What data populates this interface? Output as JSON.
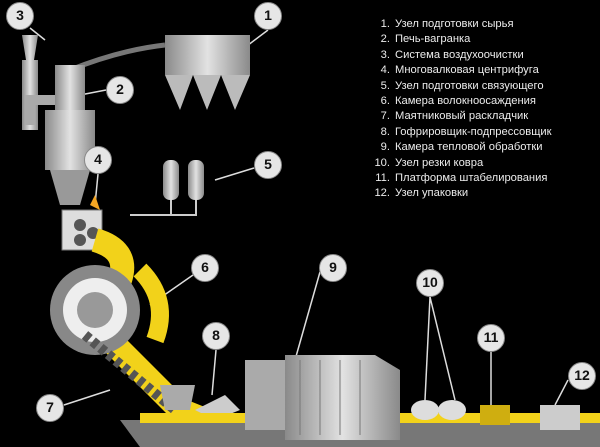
{
  "legend": [
    {
      "num": "1.",
      "label": "Узел подготовки сырья"
    },
    {
      "num": "2.",
      "label": "Печь-вагранка"
    },
    {
      "num": "3.",
      "label": "Система воздухоочистки"
    },
    {
      "num": "4.",
      "label": "Многовалковая центрифуга"
    },
    {
      "num": "5.",
      "label": "Узел подготовки связующего"
    },
    {
      "num": "6.",
      "label": "Камера волокноосаждения"
    },
    {
      "num": "7.",
      "label": "Маятниковый раскладчик"
    },
    {
      "num": "8.",
      "label": "Гофрировщик-подпрессовщик"
    },
    {
      "num": "9.",
      "label": "Камера тепловой обработки"
    },
    {
      "num": "10.",
      "label": "Узел резки ковра"
    },
    {
      "num": "11.",
      "label": "Платформа штабелирования"
    },
    {
      "num": "12.",
      "label": "Узел упаковки"
    }
  ],
  "callouts": [
    "1",
    "2",
    "3",
    "4",
    "5",
    "6",
    "7",
    "8",
    "9",
    "10",
    "11",
    "12"
  ],
  "colors": {
    "product": "#f2d21a",
    "equipment": "#b8b8b8",
    "background": "#000000"
  }
}
